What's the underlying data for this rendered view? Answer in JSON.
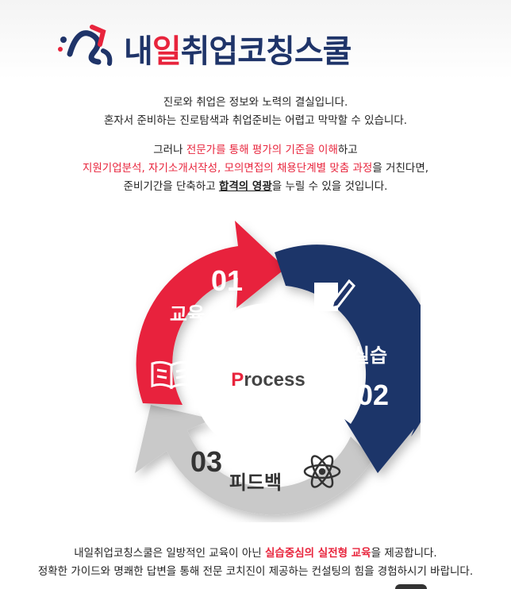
{
  "brand": {
    "title_part1": "내",
    "title_red": "일",
    "title_part2": "취업코칭스쿨",
    "colors": {
      "navy": "#1f3469",
      "red": "#e8243c"
    }
  },
  "intro": {
    "line1": "진로와 취업은 정보와 노력의 결실입니다.",
    "line2": "혼자서 준비하는 진로탐색과 취업준비는 어렵고 막막할 수 있습니다.",
    "line3_a": "그러나 ",
    "line3_hl1": "전문가를 통해 평가의 기준을 이해",
    "line3_b": "하고",
    "line4_hl": "지원기업분석, 자기소개서작성, 모의면접의 채용단계별 맞춤 과정",
    "line4_b": "을 거친다면,",
    "line5_a": "준비기간을 단축하고 ",
    "line5_ul": "합격의 영광",
    "line5_b": "을 누릴 수 있을 것입니다."
  },
  "process": {
    "center_label_p": "P",
    "center_label_rest": "rocess",
    "steps": [
      {
        "num": "01",
        "label": "교육",
        "icon": "book-icon",
        "color": "#e8243c"
      },
      {
        "num": "02",
        "label": "실습",
        "icon": "pencil-note-icon",
        "color": "#1f3469"
      },
      {
        "num": "03",
        "label": "피드백",
        "icon": "atom-icon",
        "color": "#c8c8c8"
      }
    ]
  },
  "footer": {
    "line1_a": "내일취업코칭스쿨은 일방적인 교육이 아닌 ",
    "line1_hl": "실습중심의 실전형 교육",
    "line1_b": "을 제공합니다.",
    "line2": "정확한 가이드와 명쾌한 답변을 통해 전문 코치진이 제공하는 컨설팅의 힘을 경험하시기 바랍니다."
  }
}
